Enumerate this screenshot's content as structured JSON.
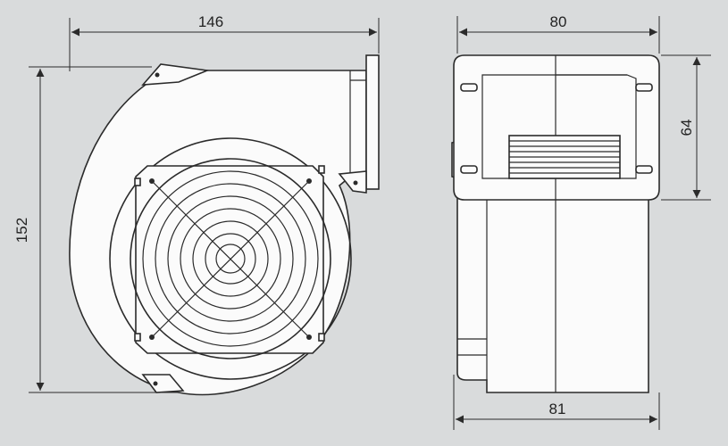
{
  "dimensions": {
    "front_width": "146",
    "front_height": "152",
    "side_width_top": "80",
    "side_width_bottom": "81",
    "outlet_height": "64"
  }
}
